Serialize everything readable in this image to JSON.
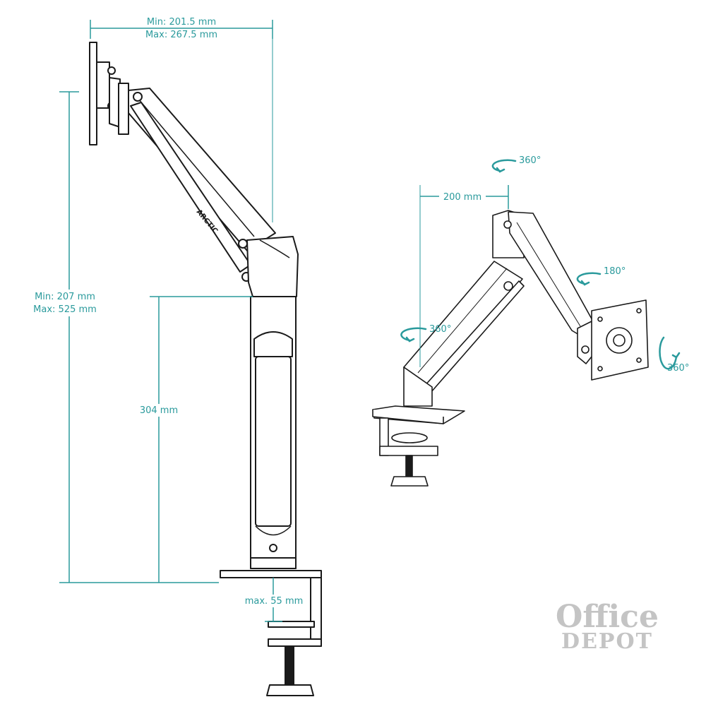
{
  "colors": {
    "accent": "#2a9a9c",
    "line": "#1a1a1a",
    "logo": "#c4c4c4"
  },
  "dimensions": {
    "arm_reach_min": "Min: 201.5 mm",
    "arm_reach_max": "Max: 267.5 mm",
    "height_min": "Min: 207 mm",
    "height_max": "Max: 525 mm",
    "pole_height": "304 mm",
    "clamp_max": "max. 55 mm",
    "offset": "200 mm"
  },
  "rotations": {
    "top": "360°",
    "tilt": "180°",
    "base": "360°",
    "vesa": "360°"
  },
  "product_label": "ARCTIC",
  "logo": {
    "line1": "Office",
    "line2": "DEPOT"
  }
}
